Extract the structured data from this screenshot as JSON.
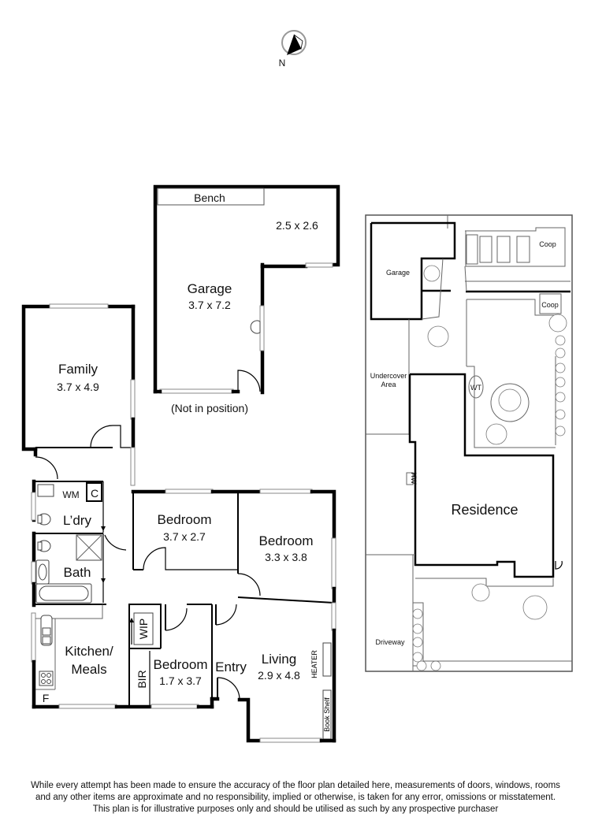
{
  "compass": {
    "label": "N",
    "icon": "north-arrow-icon"
  },
  "floor_plan": {
    "garage": {
      "name": "Garage",
      "dims": "3.7 x 7.2",
      "bench": "Bench",
      "annex_dims": "2.5 x 2.6",
      "note": "(Not in position)"
    },
    "family": {
      "name": "Family",
      "dims": "3.7 x 4.9"
    },
    "laundry": {
      "name": "L’dry",
      "wm": "WM",
      "c": "C"
    },
    "bath": {
      "name": "Bath"
    },
    "kitchen": {
      "line1": "Kitchen/",
      "line2": "Meals",
      "fridge": "F"
    },
    "bedroom1": {
      "name": "Bedroom",
      "dims": "3.7 x 2.7"
    },
    "bedroom2": {
      "name": "Bedroom",
      "dims": "3.3 x 3.8"
    },
    "bedroom3": {
      "name": "Bedroom",
      "dims": "1.7 x 3.7",
      "bir": "BIR",
      "wip": "WIP"
    },
    "entry": {
      "name": "Entry"
    },
    "living": {
      "name": "Living",
      "dims": "2.9 x 4.8",
      "heater": "HEATER",
      "bookshelf": "Book Shelf"
    }
  },
  "site_plan": {
    "garage": "Garage",
    "coop_top": "Coop",
    "coop_mid": "Coop",
    "undercover_line1": "Undercover",
    "undercover_line2": "Area",
    "water_tank": "WT",
    "hot_water": "HW",
    "residence": "Residence",
    "driveway": "Driveway"
  },
  "disclaimer": [
    "While every attempt has been made to ensure the accuracy of the floor plan detailed here, measurements of doors, windows, rooms",
    "and any other items are approximate and no responsibility, implied or otherwise, is taken for any error, omissions or misstatement.",
    "This plan is for illustrative purposes only and should be utilised as such by any prospective purchaser"
  ]
}
